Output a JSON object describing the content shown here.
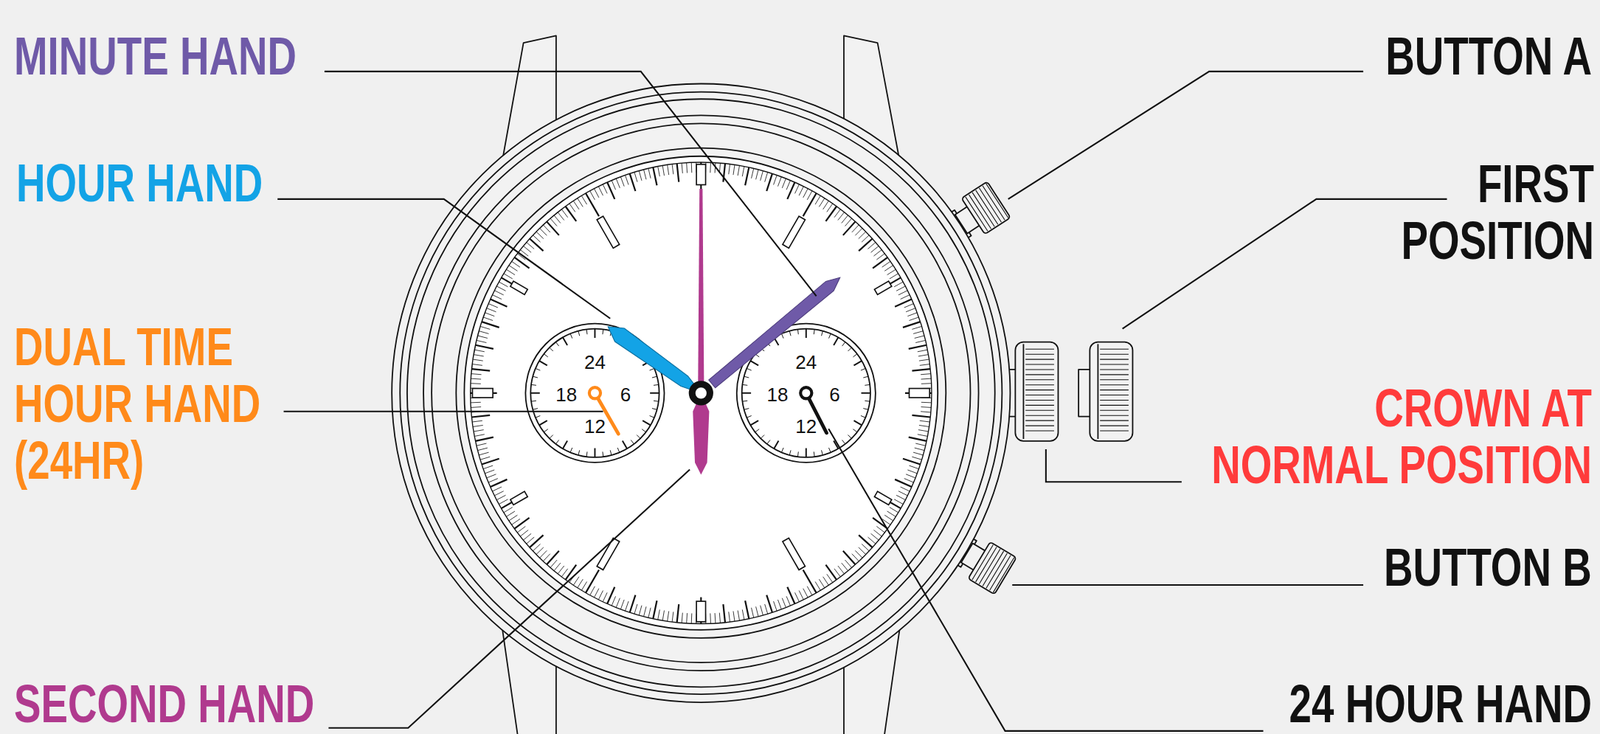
{
  "diagram": {
    "labels": [
      "MINUTE HAND",
      "BUTTON A",
      "HOUR HAND",
      "FIRST POSITION",
      "DUAL TIME HOUR HAND (24HR)",
      "24",
      "18",
      "6",
      "12",
      "24",
      "18",
      "6",
      "12",
      "CROWN AT NORMAL POSITION",
      "BUTTON B",
      "SECOND HAND",
      "24 HOUR HAND"
    ]
  }
}
